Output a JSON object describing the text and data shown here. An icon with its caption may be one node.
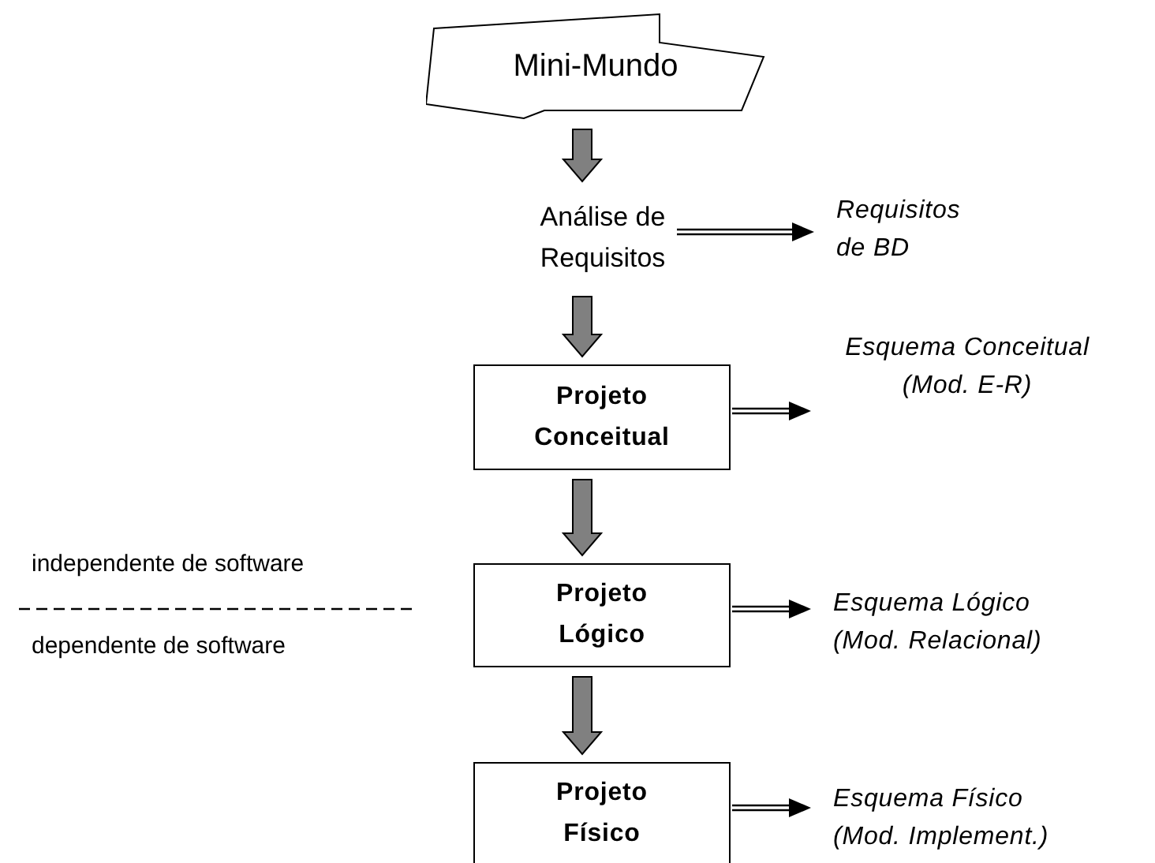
{
  "diagram": {
    "nodes": [
      {
        "text": [
          "Mini-Mundo"
        ]
      },
      {
        "text": [
          "Análise de Requisitos"
        ]
      },
      {
        "text": [
          "Requisitos de BD"
        ]
      },
      {
        "text": [
          "Projeto Conceitual"
        ]
      },
      {
        "text": [
          "Esquema Conceitual (Mod. E-R)"
        ]
      },
      {
        "text": [
          "Projeto Lógico"
        ]
      },
      {
        "text": [
          "Esquema Lógico (Mod. Relacional)"
        ]
      },
      {
        "text": [
          "Projeto Físico"
        ]
      },
      {
        "text": [
          "Esquema Físico (Mod. Implement.)"
        ]
      }
    ],
    "edges": [
      {
        "from": 0,
        "to": 1,
        "arrow": "to",
        "style": "thick",
        "color": "#808080"
      },
      {
        "from": 1,
        "to": 2,
        "arrow": "to"
      },
      {
        "from": 1,
        "to": 3,
        "arrow": "to",
        "style": "thick",
        "color": "#808080"
      },
      {
        "from": 3,
        "to": 4,
        "arrow": "to"
      },
      {
        "from": 3,
        "to": 5,
        "arrow": "to",
        "style": "thick",
        "color": "#808080"
      },
      {
        "from": 5,
        "to": 6,
        "arrow": "to"
      },
      {
        "from": 5,
        "to": 7,
        "arrow": "to",
        "style": "thick",
        "color": "#808080"
      },
      {
        "from": 7,
        "to": 8,
        "arrow": "to"
      }
    ],
    "labels": [
      "independente de software",
      "dependente de software"
    ]
  }
}
